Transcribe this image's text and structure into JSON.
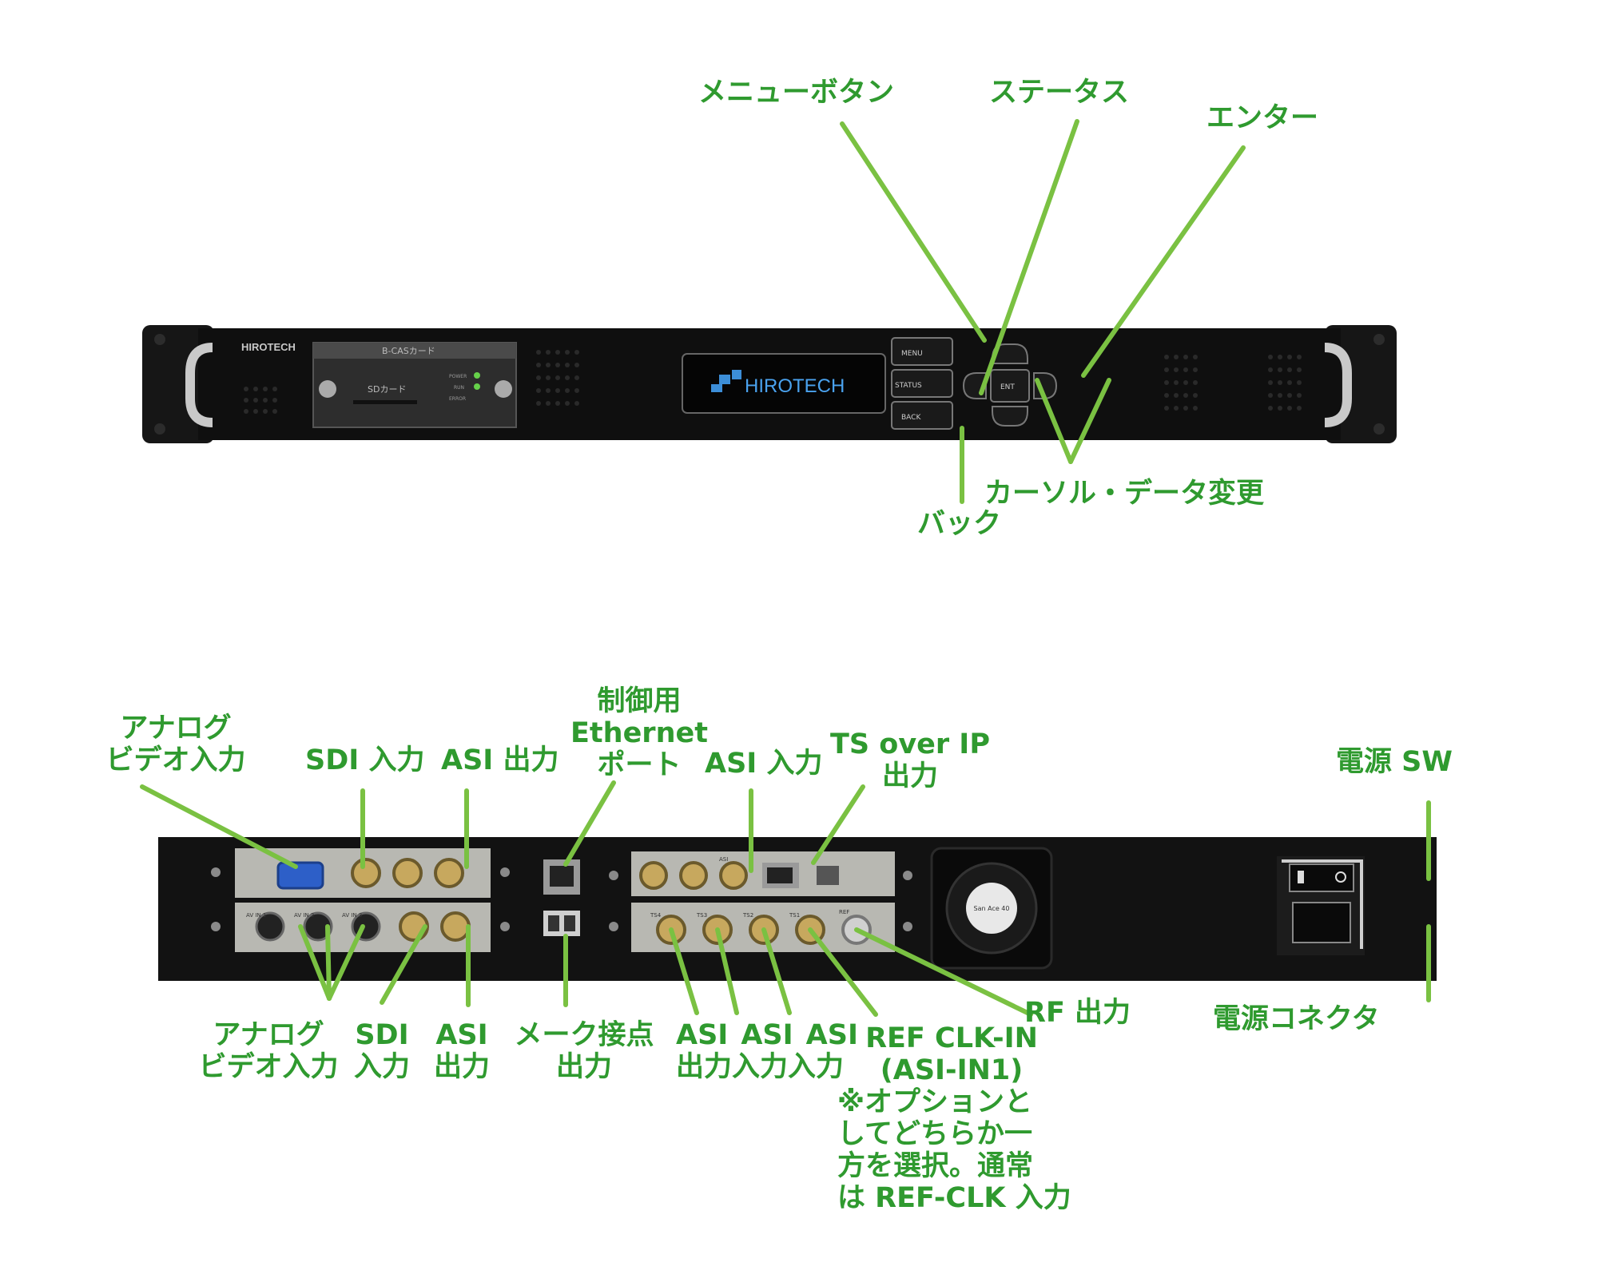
{
  "front": {
    "labels": {
      "menu_button": "メニューボタン",
      "status": "ステータス",
      "enter": "エンター",
      "cursor_data_change": "カーソル・データ変更",
      "back": "バック"
    },
    "panel": {
      "brand": "HIROTECH",
      "bcas_card": "B-CASカード",
      "sd_card": "SDカード",
      "led_power": "POWER",
      "led_run": "RUN",
      "led_error": "ERROR",
      "display_text": "HIROTECH",
      "btn_menu": "MENU",
      "btn_status": "STATUS",
      "btn_back": "BACK",
      "btn_ent": "ENT"
    }
  },
  "rear": {
    "labels": {
      "analog_video_in_top": [
        "アナログ",
        "ビデオ入力"
      ],
      "sdi_in_top": "SDI 入力",
      "asi_out_top": "ASI 出力",
      "control_ethernet": [
        "制御用",
        "Ethernet",
        "ポート"
      ],
      "asi_in_top": "ASI 入力",
      "ts_over_ip": [
        "TS over IP",
        "出力"
      ],
      "power_sw": "電源 SW",
      "analog_video_in_bottom": [
        "アナログ",
        "ビデオ入力"
      ],
      "sdi_in_bottom": [
        "SDI",
        "入力"
      ],
      "asi_out_bottom": [
        "ASI",
        "出力"
      ],
      "make_contact_out": [
        "メーク接点",
        "出力"
      ],
      "asi_out_in_in_heads": [
        "ASI",
        "ASI",
        "ASI"
      ],
      "asi_out_in_in_foot": "出力入力入力",
      "ref_clk_in": [
        "REF CLK-IN",
        "(ASI-IN1)"
      ],
      "note": [
        "※オプションと",
        "してどちらか一",
        "方を選択。通常",
        "は REF-CLK 入力"
      ],
      "rf_out": "RF 出力",
      "power_connector": "電源コネクタ"
    },
    "panel": {
      "av_in_1": "AV IN 1",
      "av_in_2": "AV IN 2",
      "av_in_3": "AV IN 3",
      "fan_brand": "San Ace 40",
      "ts1": "TS1",
      "ts2": "TS2",
      "ts3": "TS3",
      "ts4": "TS4",
      "ref": "REF",
      "asi": "ASI"
    }
  },
  "colors": {
    "accent_green": "#7ac142",
    "label_green": "#2f9a2f",
    "chassis": "#121212",
    "module_plate": "#b8b8b2"
  }
}
